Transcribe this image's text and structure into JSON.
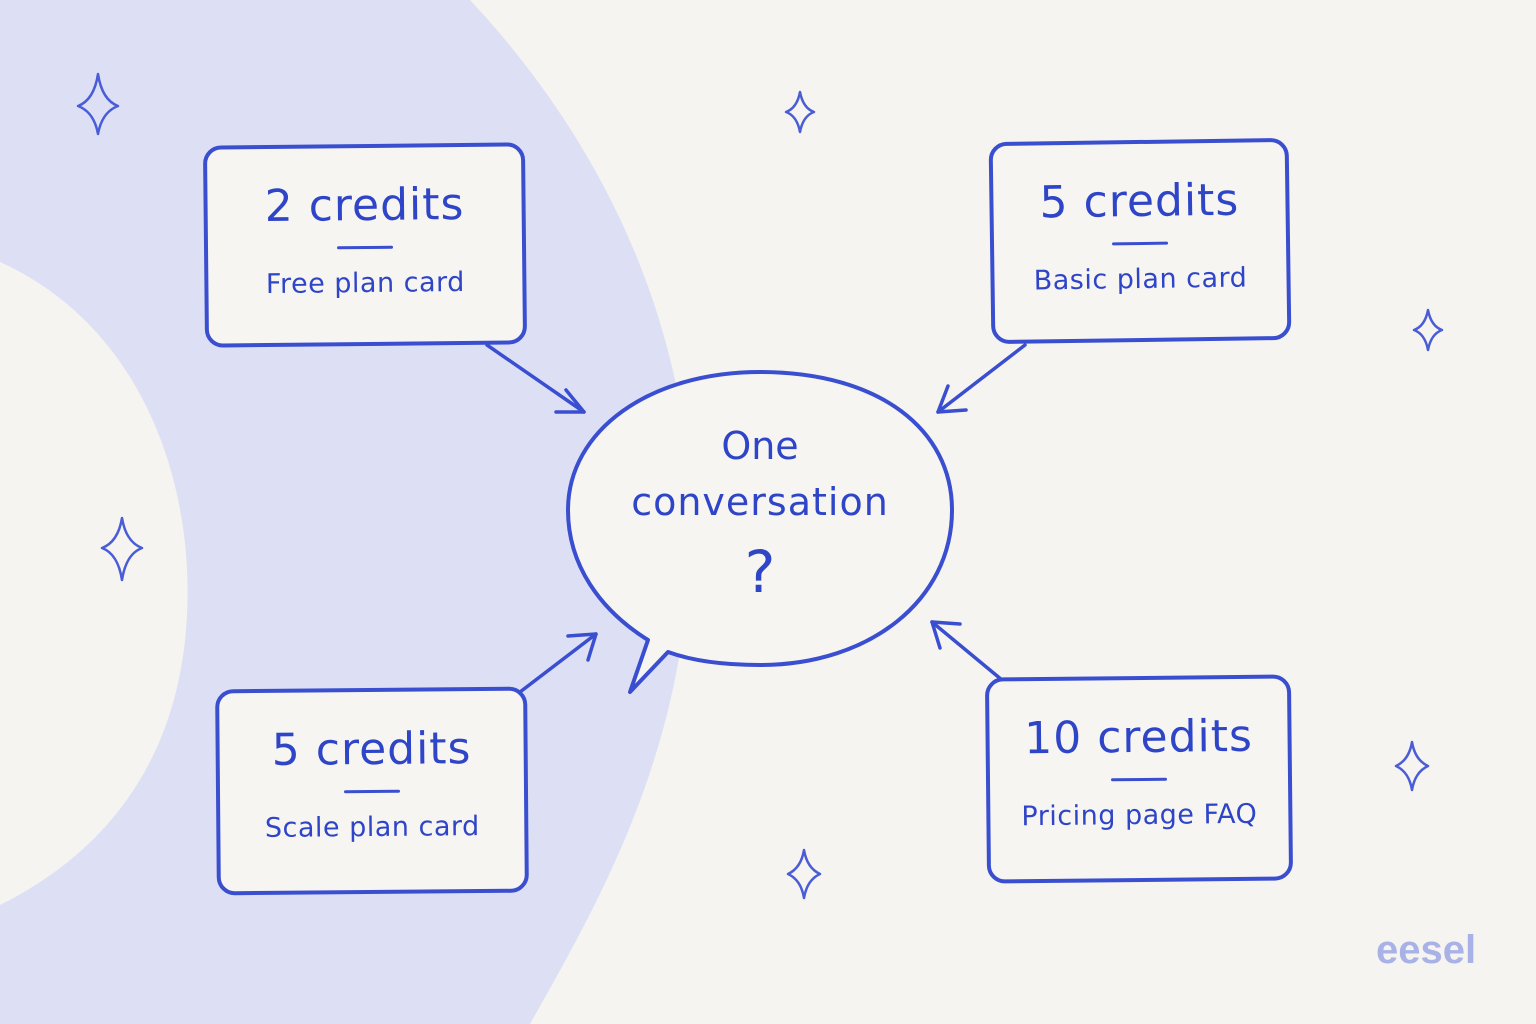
{
  "colors": {
    "background": "#f6f4f0",
    "accent_blob": "#dde0f5",
    "ink": "#3a4fd0",
    "logo": "#a9b2e6"
  },
  "center": {
    "line1": "One",
    "line2": "conversation",
    "mark": "?"
  },
  "cards": [
    {
      "amount": "2 credits",
      "caption": "Free plan card"
    },
    {
      "amount": "5 credits",
      "caption": "Basic plan card"
    },
    {
      "amount": "5 credits",
      "caption": "Scale plan card"
    },
    {
      "amount": "10 credits",
      "caption": "Pricing page FAQ"
    }
  ],
  "decorations": [
    "sparkle-icon",
    "sparkle-icon",
    "sparkle-icon",
    "sparkle-icon",
    "sparkle-icon",
    "sparkle-icon"
  ],
  "logo": "eesel"
}
